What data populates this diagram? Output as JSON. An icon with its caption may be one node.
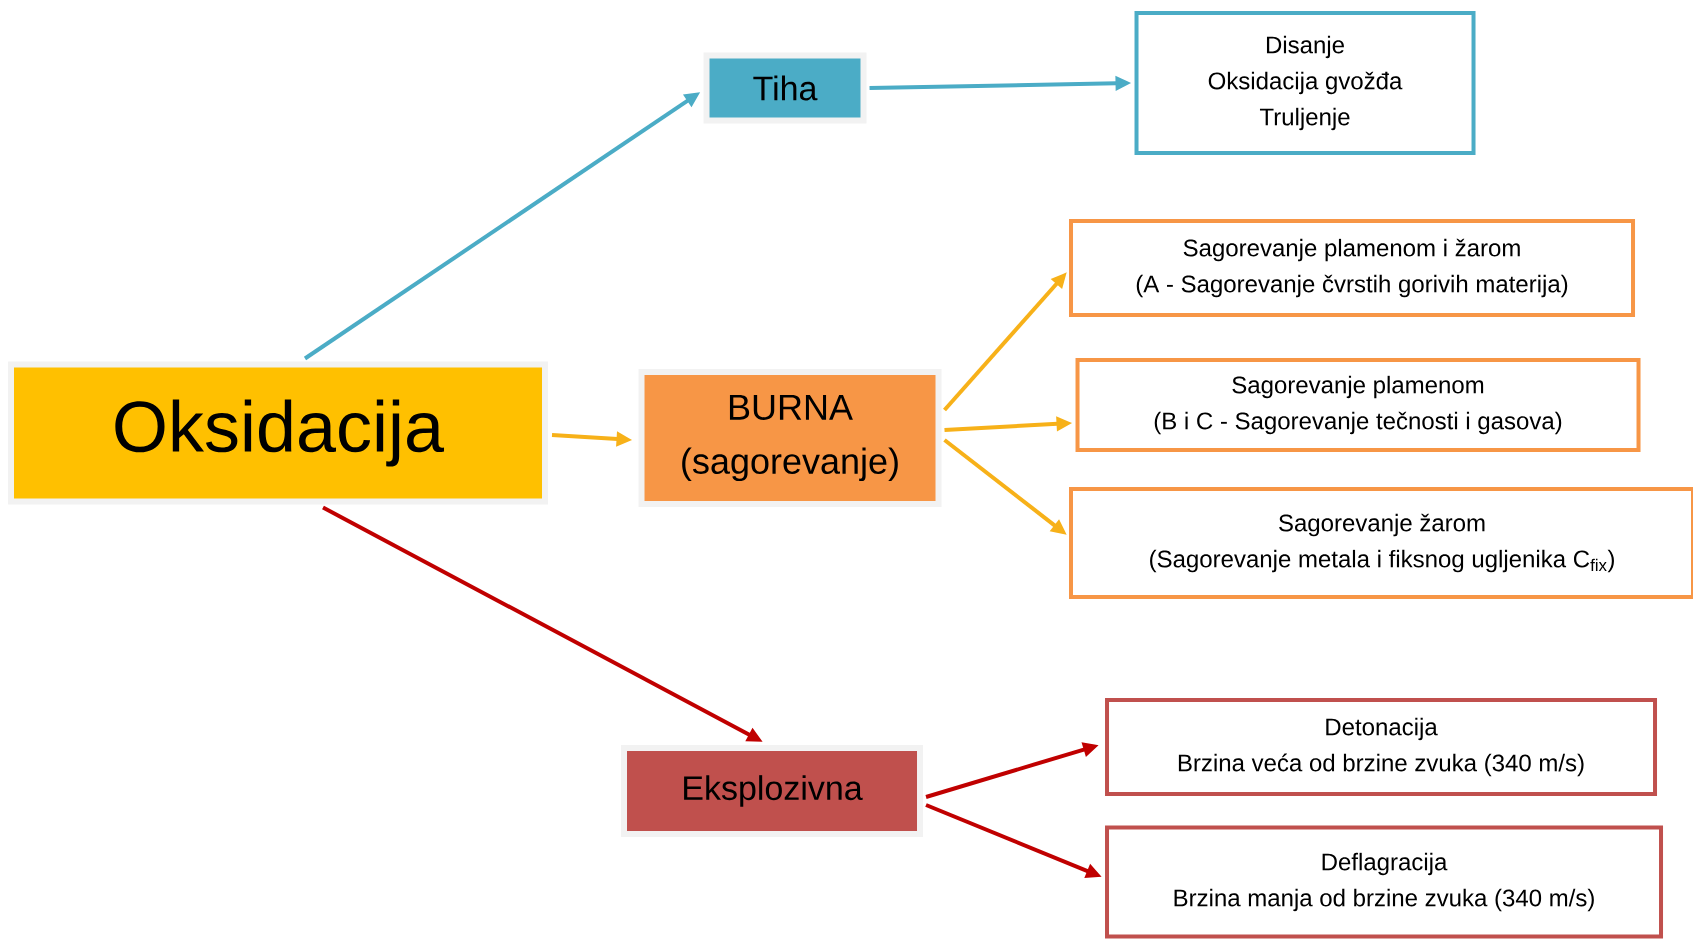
{
  "diagram": {
    "nodes": [
      {
        "text": [
          "Oksidacija"
        ]
      },
      {
        "text": [
          "Tiha"
        ]
      },
      {
        "text": [
          "Disanje",
          "Oksidacija gvožđa",
          "Truljenje"
        ]
      },
      {
        "text": [
          "BURNA (sagorevanje)"
        ]
      },
      {
        "text": [
          "Sagorevanje plamenom i žarom",
          "(A - Sagorevanje čvrstih gorivih materija)"
        ]
      },
      {
        "text": [
          "Sagorevanje plamenom",
          "(B i C - Sagorevanje tečnosti i gasova)"
        ]
      },
      {
        "text": [
          "Sagorevanje žarom",
          "(Sagorevanje metala i fiksnog ugljenika C$_{fix}$)"
        ]
      },
      {
        "text": [
          "Eksplozivna"
        ]
      },
      {
        "text": [
          "Detonacija",
          "Brzina veća od brzine zvuka (340 m/s)"
        ]
      },
      {
        "text": [
          "Deflagracija",
          "Brzina manja od brzine zvuka (340 m/s)"
        ]
      }
    ],
    "edges": [
      {
        "from": 0,
        "to": 1,
        "arrow": "to",
        "color": "#4bacc6"
      },
      {
        "from": 1,
        "to": 2,
        "arrow": "to",
        "color": "#4bacc6"
      },
      {
        "from": 0,
        "to": 3,
        "arrow": "to",
        "color": "#f7b119"
      },
      {
        "from": 3,
        "to": 4,
        "arrow": "to",
        "color": "#f7b119"
      },
      {
        "from": 3,
        "to": 5,
        "arrow": "to",
        "color": "#f7b119"
      },
      {
        "from": 3,
        "to": 6,
        "arrow": "to",
        "color": "#f7b119"
      },
      {
        "from": 0,
        "to": 7,
        "arrow": "to",
        "color": "#c00000"
      },
      {
        "from": 7,
        "to": 8,
        "arrow": "to",
        "color": "#c00000"
      },
      {
        "from": 7,
        "to": 9,
        "arrow": "to",
        "color": "#c00000"
      }
    ]
  }
}
